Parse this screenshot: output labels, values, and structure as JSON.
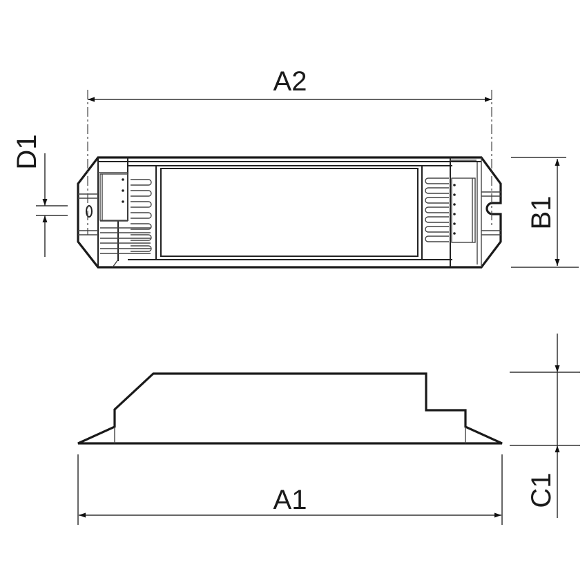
{
  "drawing": {
    "title": "Ballast / driver housing dimension drawing",
    "views": [
      "top-view",
      "side-view"
    ],
    "dimensions": {
      "A2": {
        "label": "A2",
        "description": "mounting hole spacing (top view)"
      },
      "B1": {
        "label": "B1",
        "description": "housing width"
      },
      "D1": {
        "label": "D1",
        "description": "mounting hole diameter"
      },
      "A1": {
        "label": "A1",
        "description": "overall length (side view)"
      },
      "C1": {
        "label": "C1",
        "description": "housing height"
      }
    },
    "colors": {
      "line": "#1a1a1a",
      "background": "#ffffff"
    }
  }
}
